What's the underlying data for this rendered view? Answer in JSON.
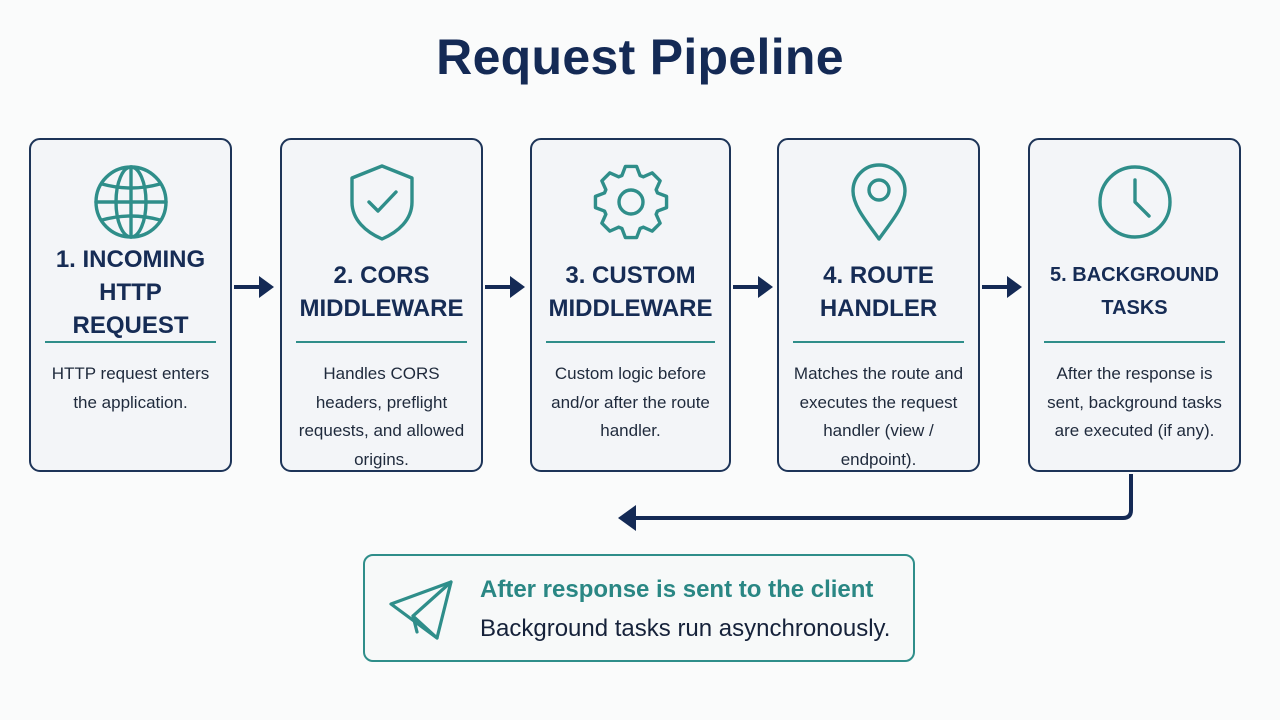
{
  "title": "Request Pipeline",
  "colors": {
    "navy": "#142a55",
    "teal": "#2f8e8a",
    "card_background": "#f3f5f8"
  },
  "steps": [
    {
      "title": "1. INCOMING HTTP REQUEST",
      "description": "HTTP request enters the application.",
      "icon": "globe-icon"
    },
    {
      "title": "2. CORS MIDDLEWARE",
      "description": "Handles CORS headers, preflight requests, and allowed origins.",
      "icon": "shield-check-icon"
    },
    {
      "title": "3. CUSTOM MIDDLEWARE",
      "description": "Custom logic before and/or after the route handler.",
      "icon": "gear-icon"
    },
    {
      "title": "4. ROUTE HANDLER",
      "description": "Matches the route and executes the request handler (view / endpoint).",
      "icon": "map-pin-icon"
    },
    {
      "title": "5. BACKGROUND TASKS",
      "description": "After the response is sent, background tasks are executed (if any).",
      "icon": "clock-icon"
    }
  ],
  "note": {
    "title": "After response is sent to the client",
    "text": "Background tasks run asynchronously.",
    "icon": "paper-plane-icon"
  }
}
